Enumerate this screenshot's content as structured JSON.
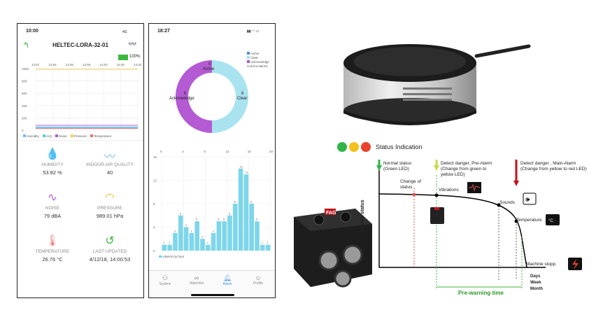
{
  "phone1": {
    "status_time": "10:00",
    "status_network": "4G",
    "title": "HELTEC-LORA-32-01",
    "battery_percent": "100%",
    "chart_times": [
      "13:57",
      "13:58",
      "13:58",
      "13:59",
      "14:00",
      "14:00",
      "14:03"
    ],
    "y_ticks": [
      "1000",
      "800",
      "600",
      "400",
      "200",
      "0"
    ],
    "legend": [
      "Humidity",
      "IAQ",
      "Noise",
      "Pressure",
      "Temperature"
    ],
    "tiles": [
      {
        "label": "HUMIDITY",
        "value": "53.82 %",
        "icon": "water-drops-icon"
      },
      {
        "label": "INDOOR AIR QUALITY",
        "value": "40",
        "icon": "wind-icon"
      },
      {
        "label": "NOISE",
        "value": "79 dBA",
        "icon": "sound-wave-icon"
      },
      {
        "label": "PRESSURE",
        "value": "989.01 hPa",
        "icon": "gauge-icon"
      },
      {
        "label": "TEMPERATURE",
        "value": "26.76 °C",
        "icon": "thermometer-icon"
      },
      {
        "label": "LAST UPDATED",
        "value": "4/12/18, 14:00:53",
        "icon": "history-icon"
      }
    ],
    "colors": {
      "humidity": "#7ab8f5",
      "iaq": "#4dd0e1",
      "noise": "#b45ad3",
      "pressure": "#f0d050",
      "temperature": "#e57373"
    }
  },
  "phone2": {
    "status_time": "18:27",
    "legend_items": [
      "Active",
      "Clear",
      "Acknowledge"
    ],
    "legend_caption": "Current alarms",
    "donut": {
      "active_count": "0",
      "active_label": "Active",
      "ack_count": "6",
      "ack_label": "Acknowledge",
      "clear_count": "6",
      "clear_label": "Clear"
    },
    "bar_top_ticks": [
      "0",
      "4",
      "8",
      "12",
      "16",
      "20"
    ],
    "bar_y_ticks": [
      "16",
      "12",
      "8",
      "4",
      "0"
    ],
    "bar_legend": "Alarms by hour",
    "tabs": [
      "System",
      "Watchlist",
      "Alarm",
      "Profile"
    ],
    "colors": {
      "active": "#4a90e2",
      "clear": "#a9e3f0",
      "acknowledge": "#b45ad3"
    }
  },
  "phone2_chart_data": {
    "type": "bar",
    "series": [
      {
        "name": "Alarms by hour",
        "values": [
          1,
          1,
          3,
          6,
          4,
          3,
          5,
          2,
          1,
          3,
          5,
          5,
          6,
          8,
          14,
          13,
          8,
          5,
          1,
          1
        ]
      }
    ],
    "ylim": [
      0,
      16
    ]
  },
  "device": {
    "status_title": "Status Indication",
    "status_colors": [
      "#2fb54a",
      "#f2c21b",
      "#e8412c"
    ]
  },
  "diagram": {
    "y_axis": "Machin status",
    "normal": "Normal status\n(Green LED)",
    "pre_alarm": "Detect danger, Pre-Alarm\n(Change from green to\nyellow LED)",
    "main_alarm": "Detect danger , Main-Alarm\n(Change from yellow to red LED)",
    "change": "Change of\nstatus",
    "vibrations": "Vibrations",
    "sounds": "Sounds",
    "temperature": "Temperature",
    "stop": "Machine stopp",
    "days": "Days",
    "week": "Week",
    "month": "Month",
    "prewarn": "Pre-warning time",
    "sensor_brand": "FAG"
  }
}
